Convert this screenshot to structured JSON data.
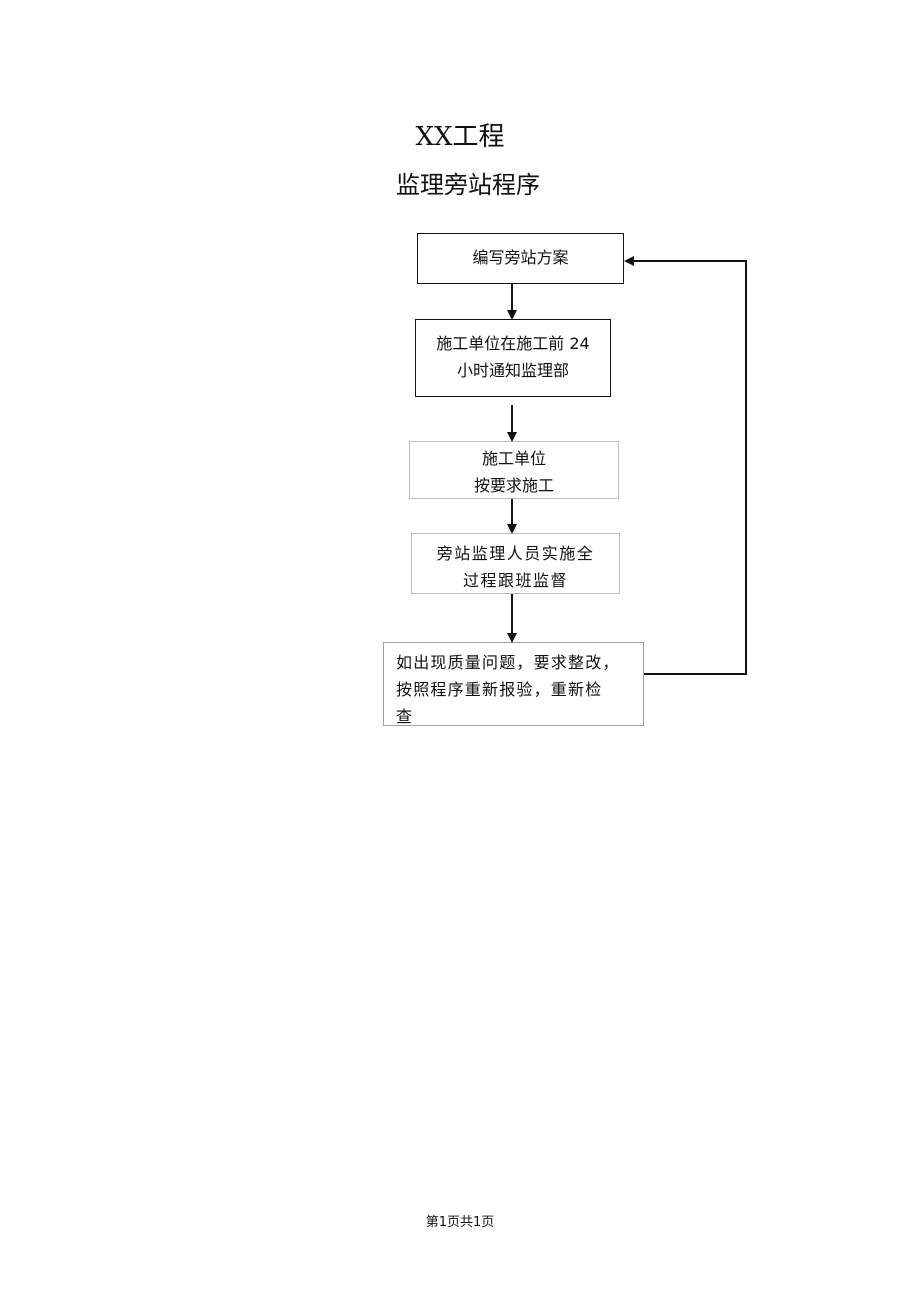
{
  "document": {
    "title": "XX工程",
    "subtitle": "监理旁站程序"
  },
  "flowchart": {
    "steps": [
      {
        "lines": [
          "编写旁站方案"
        ]
      },
      {
        "lines": [
          "施工单位在施工前 24",
          "小时通知监理部"
        ]
      },
      {
        "lines": [
          "施工单位",
          "按要求施工"
        ]
      },
      {
        "lines": [
          "旁站监理人员实施全",
          "过程跟班监督"
        ]
      },
      {
        "lines": [
          "如出现质量问题，要求整改，",
          "按照程序重新报验，重新检",
          "查"
        ]
      }
    ]
  },
  "footer": {
    "page_label": "第1页共1页"
  }
}
